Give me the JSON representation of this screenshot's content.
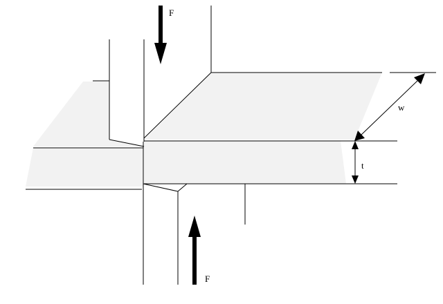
{
  "diagram": {
    "force_top_label": "F",
    "force_bottom_label": "F",
    "width_label": "w",
    "thickness_label": "t"
  },
  "colors": {
    "line": "#000000",
    "plate_fill": "#f2f2f2",
    "background": "#ffffff"
  }
}
